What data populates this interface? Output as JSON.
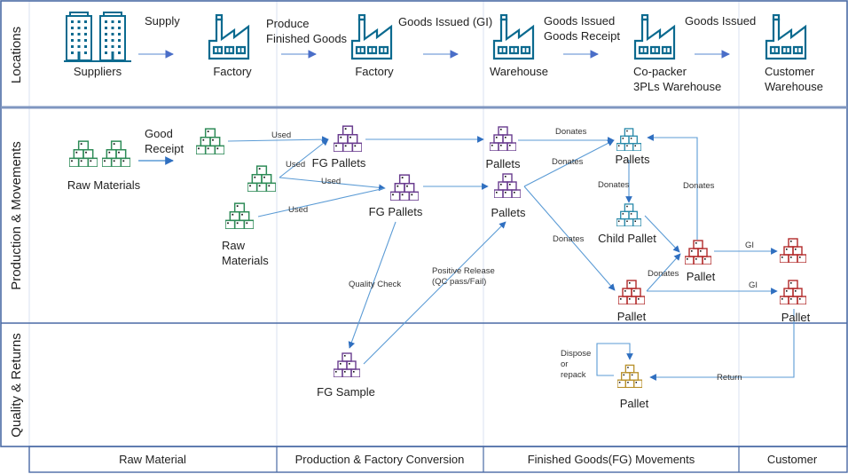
{
  "diagram": {
    "lanes": [
      {
        "id": "locations",
        "title": "Locations"
      },
      {
        "id": "production",
        "title": "Production & Movements"
      },
      {
        "id": "quality",
        "title": "Quality & Returns"
      }
    ],
    "columns": [
      {
        "id": "raw",
        "title": "Raw Material"
      },
      {
        "id": "prod",
        "title": "Production & Factory Conversion"
      },
      {
        "id": "fg",
        "title": "Finished Goods(FG) Movements"
      },
      {
        "id": "cust",
        "title": "Customer"
      }
    ],
    "colors": {
      "frame": "#4a6aa5",
      "grid": "#dfe6f2",
      "arrow": "#4f8fd0",
      "arrow_head": "#2f6fc0",
      "building": "#0b6a8f",
      "raw_material": "#2e8b57",
      "fg_purple": "#6a3d8f",
      "teal": "#2a8aaa",
      "red": "#b22a2a",
      "gold": "#b8902a"
    },
    "locations": [
      {
        "label": "Suppliers",
        "icon": "office-buildings-icon"
      },
      {
        "label": "Factory",
        "icon": "factory-icon"
      },
      {
        "label": "Factory",
        "icon": "factory-icon"
      },
      {
        "label": "Warehouse",
        "icon": "factory-icon"
      },
      {
        "label": "Co-packer\n3PLs Warehouse",
        "icon": "factory-icon"
      },
      {
        "label": "Customer\nWarehouse",
        "icon": "factory-icon"
      }
    ],
    "location_flows": [
      {
        "label": "Supply"
      },
      {
        "label": "Produce\nFinished Goods"
      },
      {
        "label": "Goods Issued (GI)"
      },
      {
        "label": "Goods Issued\nGoods Receipt"
      },
      {
        "label": "Goods Issued"
      }
    ],
    "nodes": {
      "raw1": {
        "label": "Raw Materials",
        "color": "raw_material"
      },
      "raw_recv": {
        "label": "",
        "color": "raw_material"
      },
      "raw_mid": {
        "label": "",
        "color": "raw_material"
      },
      "raw2": {
        "label": "Raw\nMaterials",
        "color": "raw_material"
      },
      "fg1": {
        "label": "FG Pallets",
        "color": "fg_purple"
      },
      "fg2": {
        "label": "FG Pallets",
        "color": "fg_purple"
      },
      "wp1": {
        "label": "Pallets",
        "color": "fg_purple"
      },
      "wp2": {
        "label": "Pallets",
        "color": "fg_purple"
      },
      "cp": {
        "label": "Pallets",
        "color": "teal"
      },
      "child": {
        "label": "Child Pallet",
        "color": "teal"
      },
      "rp1": {
        "label": "Pallet",
        "color": "red"
      },
      "rp2": {
        "label": "Pallet",
        "color": "red"
      },
      "cust1": {
        "label": "",
        "color": "red"
      },
      "cust2": {
        "label": "Pallet",
        "color": "red"
      },
      "sample": {
        "label": "FG Sample",
        "color": "fg_purple"
      },
      "ret": {
        "label": "Pallet",
        "color": "gold"
      }
    },
    "edge_labels": {
      "good_receipt": "Good\nReceipt",
      "used1": "Used",
      "used2": "Used",
      "used3": "Used",
      "used4": "Used",
      "donates1": "Donates",
      "donates2": "Donates",
      "donates3": "Donates",
      "donates4": "Donates",
      "donates5": "Donates",
      "donates6": "Donates",
      "gi1": "GI",
      "gi2": "GI",
      "quality_check": "Quality Check",
      "positive_release": "Positive Release\n(QC pass/Fail)",
      "dispose": "Dispose\nor\nrepack",
      "return": "Return"
    }
  }
}
